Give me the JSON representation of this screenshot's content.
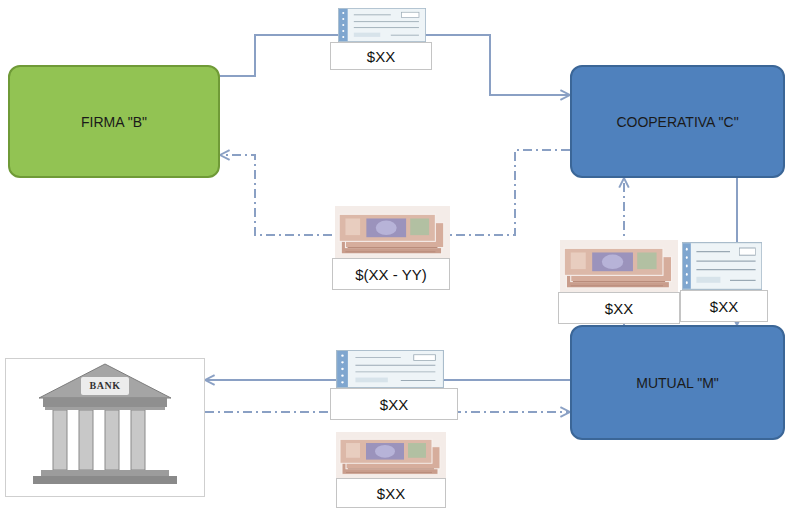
{
  "diagram": {
    "nodes": [
      {
        "text": [
          "FIRMA \"B\""
        ]
      },
      {
        "text": [
          "COOPERATIVA \"C\""
        ]
      },
      {
        "text": [
          "BANK"
        ]
      },
      {
        "text": [
          "MUTUAL \"M\""
        ]
      }
    ],
    "edges": [
      {
        "from": 0,
        "to": 1,
        "arrow": "to",
        "label": "$XX"
      },
      {
        "from": 1,
        "to": 0,
        "arrow": "to",
        "label": "$(XX - YY)"
      },
      {
        "from": 3,
        "to": 1,
        "arrow": "to",
        "label": "$XX"
      },
      {
        "from": 1,
        "to": 3,
        "arrow": "to",
        "label": "$XX"
      },
      {
        "from": 3,
        "to": 2,
        "arrow": "to",
        "label": "$XX"
      },
      {
        "from": 2,
        "to": 3,
        "arrow": "to",
        "label": "$XX"
      }
    ]
  }
}
